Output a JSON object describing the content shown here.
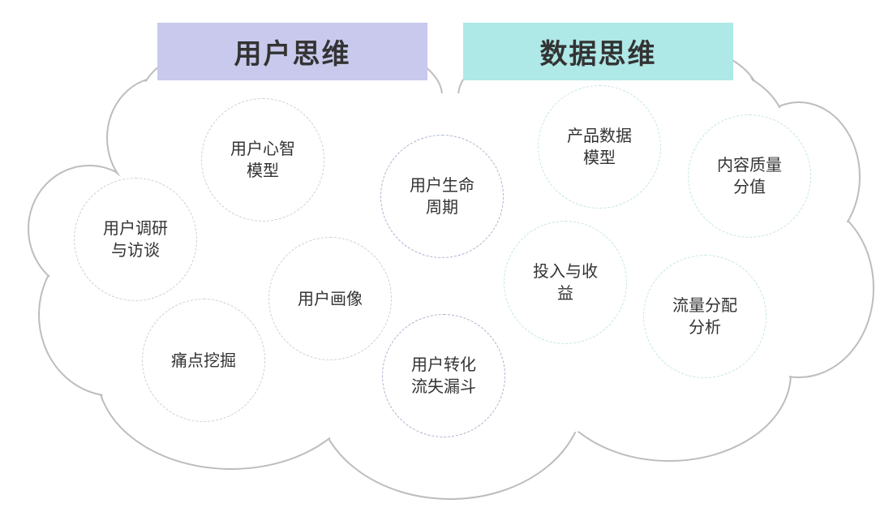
{
  "headers": {
    "user_thinking": "用户思维",
    "data_thinking": "数据思维"
  },
  "colors": {
    "user_header_bg": "#c8c9ec",
    "data_header_bg": "#aee8e7",
    "cloud_outline": "#bdbdbd"
  },
  "bubbles": {
    "user_mind_model": "用户心智\n模型",
    "user_research": "用户调研\n与访谈",
    "user_portrait": "用户画像",
    "pain_points": "痛点挖掘",
    "user_lifecycle": "用户生命\n周期",
    "user_conversion": "用户转化\n流失漏斗",
    "product_data_model": "产品数据\n模型",
    "content_quality_score": "内容质量\n分值",
    "input_and_return": "投入与收\n益",
    "traffic_distribution": "流量分配\n分析"
  }
}
